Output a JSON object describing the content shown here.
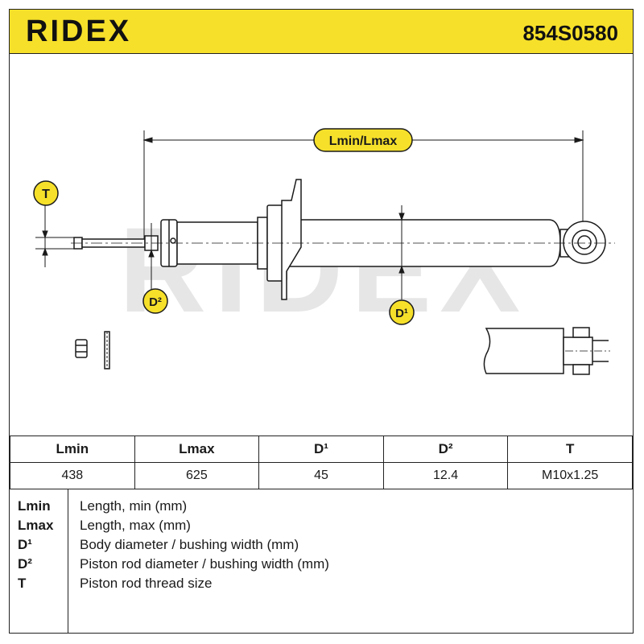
{
  "header": {
    "brand": "RIDEX",
    "part_number": "854S0580"
  },
  "drawing": {
    "dimension_label_length": "Lmin/Lmax",
    "label_T": "T",
    "label_D2": "D²",
    "label_D1": "D¹",
    "watermark": "RIDEX",
    "colors": {
      "accent": "#f6e02a",
      "line": "#1a1a1a"
    }
  },
  "table": {
    "headers": [
      "Lmin",
      "Lmax",
      "D¹",
      "D²",
      "T"
    ],
    "values": [
      "438",
      "625",
      "45",
      "12.4",
      "M10x1.25"
    ]
  },
  "legend": [
    {
      "key": "Lmin",
      "desc": "Length, min (mm)"
    },
    {
      "key": "Lmax",
      "desc": "Length, max (mm)"
    },
    {
      "key": "D¹",
      "desc": "Body diameter / bushing width (mm)"
    },
    {
      "key": "D²",
      "desc": "Piston rod diameter / bushing width (mm)"
    },
    {
      "key": "T",
      "desc": "Piston rod thread size"
    }
  ]
}
